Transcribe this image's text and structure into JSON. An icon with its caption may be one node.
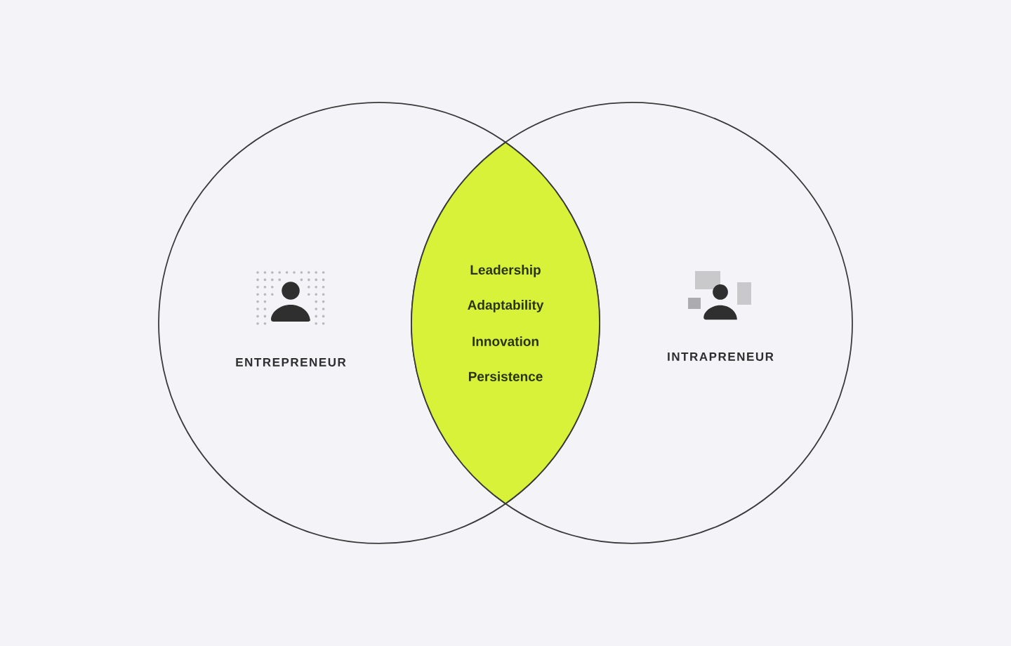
{
  "diagram": {
    "nodes": [
      {
        "text": [
          "ENTREPRENEUR"
        ]
      },
      {
        "text": [
          "INTRAPRENEUR"
        ]
      },
      {
        "text": [
          "Leadership",
          "Adaptability",
          "Innovation",
          "Persistence"
        ]
      }
    ]
  }
}
